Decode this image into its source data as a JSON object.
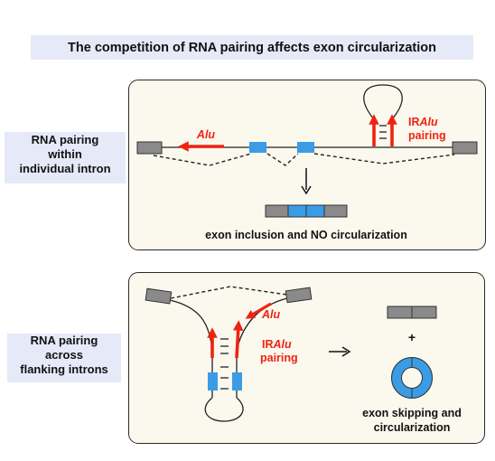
{
  "title": "The competition of RNA pairing affects exon circularization",
  "panel1": {
    "label_lines": [
      "RNA pairing",
      "within",
      "individual intron"
    ],
    "alu_label": "Alu",
    "iralu_label_prefix": "IR",
    "iralu_label_italic": "Alu",
    "pairing_label": "pairing",
    "result_label": "exon inclusion and NO circularization"
  },
  "panel2": {
    "label_lines": [
      "RNA pairing",
      "across",
      "flanking introns"
    ],
    "alu_label": "Alu",
    "iralu_label_prefix": "IR",
    "iralu_label_italic": "Alu",
    "pairing_label": "pairing",
    "plus_label": "+",
    "result_lines": [
      "exon skipping and",
      "circularization"
    ]
  },
  "colors": {
    "red": "#ee2411",
    "exon_blue": "#3b9ce6",
    "gray": "#8a8a8a",
    "panel_bg": "#fbf8ee",
    "label_bg": "#e6eaf8"
  }
}
